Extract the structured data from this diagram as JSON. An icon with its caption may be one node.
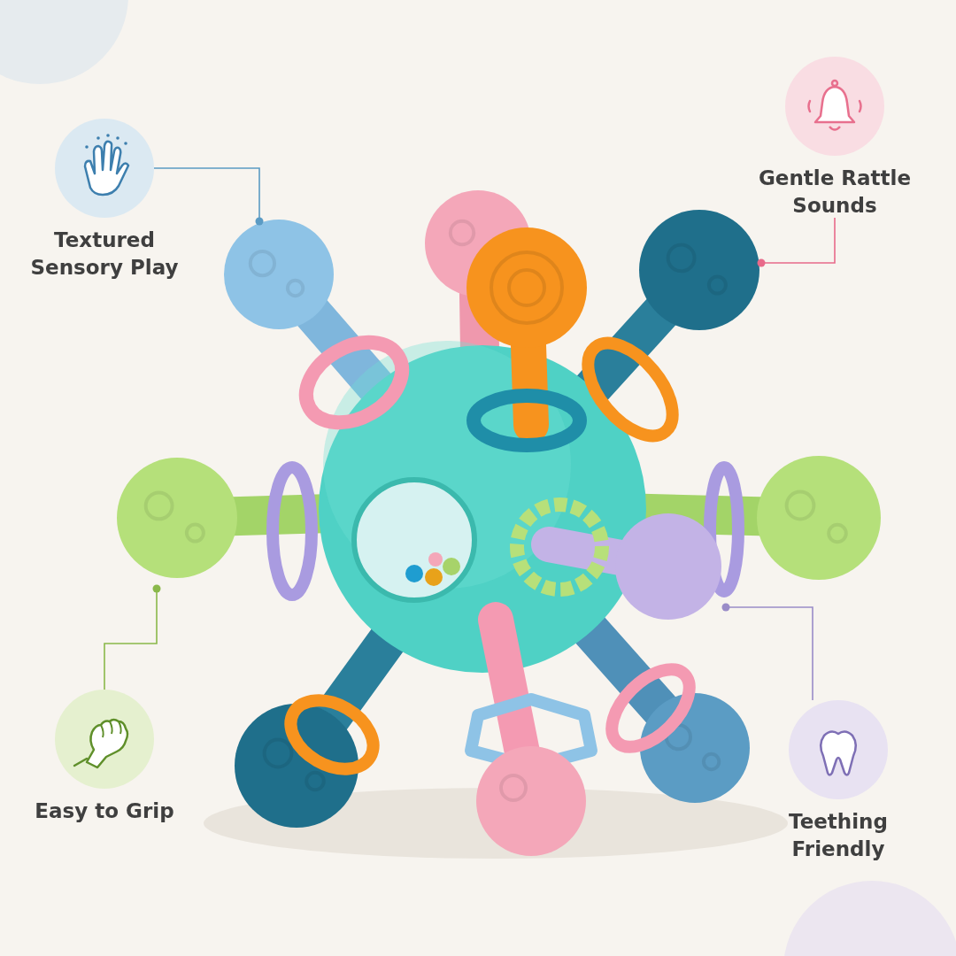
{
  "diagram": {
    "nodes": [
      {
        "text": [
          "Textured Sensory Play"
        ]
      },
      {
        "text": [
          "Gentle Rattle Sounds"
        ]
      },
      {
        "text": [
          "Easy to Grip"
        ]
      },
      {
        "text": [
          "Teething Friendly"
        ]
      }
    ],
    "edges": [
      {
        "from": 0,
        "to": null,
        "arrow": "other",
        "color": "#5b9bc4"
      },
      {
        "from": 1,
        "to": null,
        "arrow": "other",
        "color": "#e86a8a"
      },
      {
        "from": 2,
        "to": null,
        "arrow": "other",
        "color": "#8ab84a"
      },
      {
        "from": 3,
        "to": null,
        "arrow": "other",
        "color": "#9a8cc8"
      }
    ]
  }
}
